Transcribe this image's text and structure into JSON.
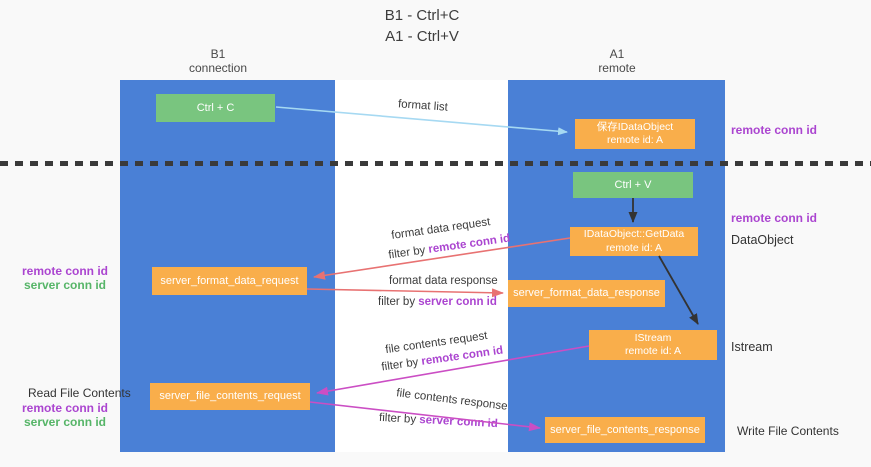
{
  "title": {
    "line1": "B1 - Ctrl+C",
    "line2": "A1 - Ctrl+V"
  },
  "lanes": {
    "b1": {
      "name": "B1",
      "subtitle": "connection"
    },
    "a1": {
      "name": "A1",
      "subtitle": "remote"
    }
  },
  "nodes": {
    "ctrl_c": "Ctrl + C",
    "save_idataobject": {
      "line1": "保存IDataObject",
      "line2": "remote id: A"
    },
    "ctrl_v": "Ctrl + V",
    "getdata": {
      "line1": "IDataObject::GetData",
      "line2": "remote id: A"
    },
    "format_request": "server_format_data_request",
    "format_response": "server_format_data_response",
    "istream": {
      "line1": "IStream",
      "line2": "remote id: A"
    },
    "file_request": "server_file_contents_request",
    "file_response": "server_file_contents_response"
  },
  "flows": {
    "format_list": {
      "label": "format list"
    },
    "format_request": {
      "label": "format data request",
      "filter_prefix": "filter by ",
      "filter_id": "remote conn id"
    },
    "format_response": {
      "label": "format data response",
      "filter_prefix": "filter by ",
      "filter_id": "server conn id"
    },
    "file_request": {
      "label": "file contents request",
      "filter_prefix": "filter by ",
      "filter_id": "remote conn id"
    },
    "file_response": {
      "label": "file contents response",
      "filter_prefix": "filter by ",
      "filter_id": "server conn id"
    }
  },
  "annotations": {
    "right_top_remote": "remote conn id",
    "right_mid_remote": "remote conn id",
    "right_dataobject": "DataObject",
    "right_istream": "Istream",
    "right_write": "Write File Contents",
    "left_mid_remote": "remote conn id",
    "left_mid_server": "server conn id",
    "left_read": "Read File Contents",
    "left_bottom_remote": "remote conn id",
    "left_bottom_server": "server conn id"
  },
  "colors": {
    "lane": "#4a80d6",
    "box_orange": "#f9ae4b",
    "box_green": "#79c57f",
    "arrow_red": "#e87272",
    "arrow_magenta": "#cb4ec4",
    "arrow_blue": "#a6d9f2",
    "arrow_black": "#333333",
    "text_purple": "#ab45d0",
    "text_green": "#56b568"
  }
}
